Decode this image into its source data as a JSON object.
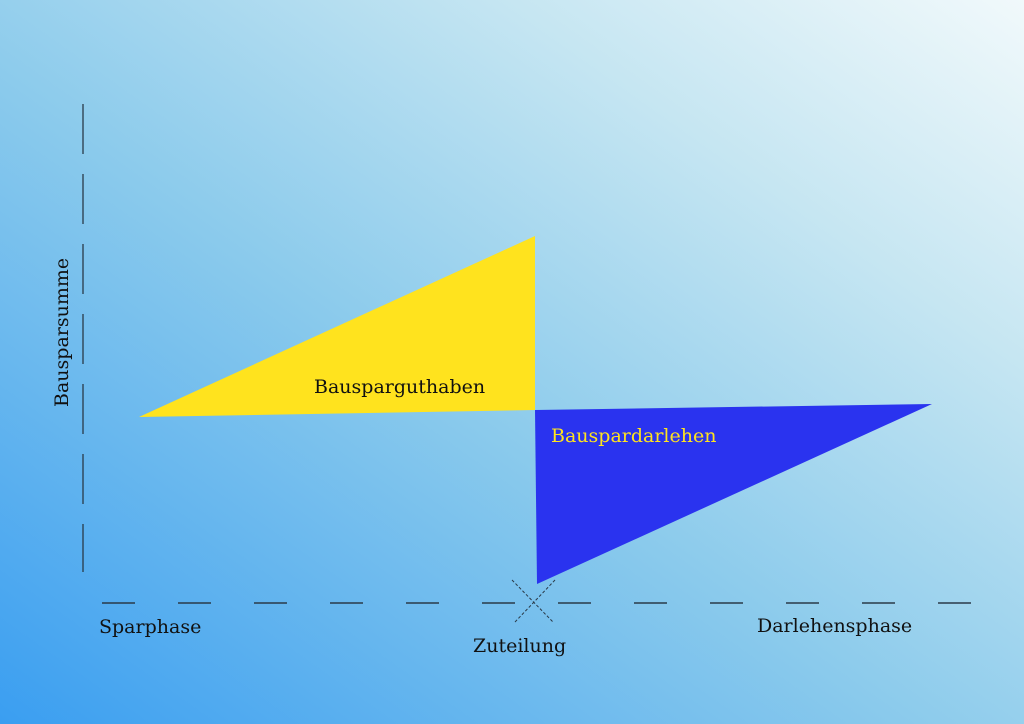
{
  "diagram": {
    "y_axis_label": "Bausparsumme",
    "phase_left": "Sparphase",
    "phase_center": "Zuteilung",
    "phase_right": "Darlehensphase",
    "savings_label": "Bausparguthaben",
    "loan_label": "Bauspardarlehen"
  },
  "colors": {
    "savings": "#ffe31e",
    "loan": "#2a33ef",
    "loan_text": "#ffe31e",
    "axis": "#2a3a48",
    "text": "#111111"
  }
}
